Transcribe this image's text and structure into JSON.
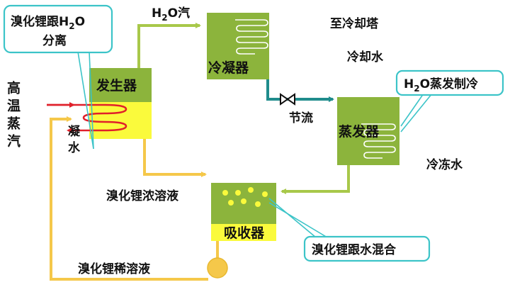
{
  "labels": {
    "generator": "发生器",
    "condenser": "冷凝器",
    "evaporator": "蒸发器",
    "absorber": "吸收器",
    "cooling_tower": "至冷却塔",
    "cooling_water": "冷却水",
    "chilled_water": "冷冻水",
    "throttle": "节流",
    "h2o_vapor": {
      "main": "H",
      "sub": "2",
      "tail": "O汽"
    },
    "condensate": "凝水",
    "steam": "高温蒸汽",
    "conc_solution": "溴化锂浓溶液",
    "dilute_solution": "溴化锂稀溶液"
  },
  "callouts": {
    "separation": {
      "line1": "溴化锂跟H",
      "line1_sub": "2",
      "line1_tail": "O",
      "line2": "分离"
    },
    "evap_cooling": {
      "main": "H",
      "sub": "2",
      "tail": "O蒸发制冷"
    },
    "mixing": "溴化锂跟水混合"
  },
  "colors": {
    "box_green": "#8cb43c",
    "box_yellow": "#fafa3c",
    "pipe_green": "#a8c84a",
    "pipe_yellow": "#f5c84a",
    "pipe_teal": "#1f8c8c",
    "steam_red": "#e0202a",
    "callout_border": "#3cc4c8"
  }
}
